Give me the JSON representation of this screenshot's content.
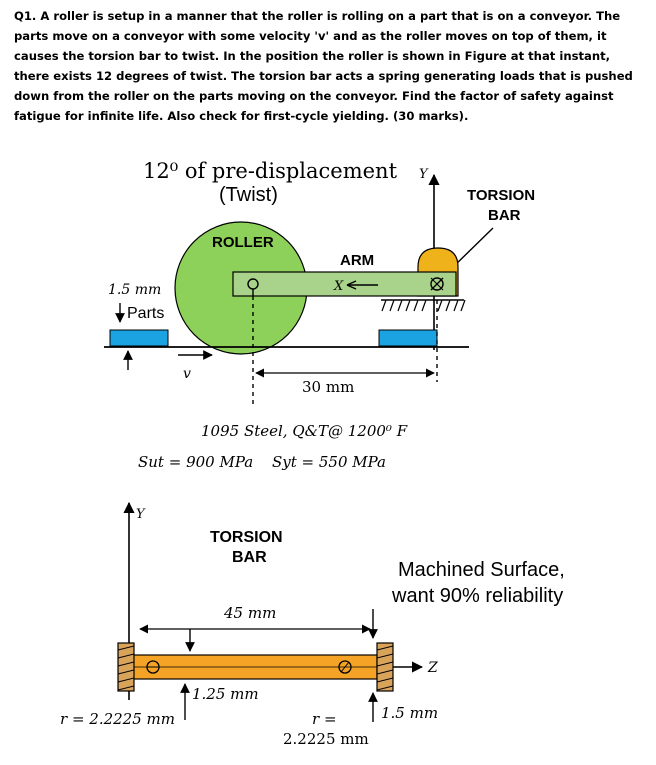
{
  "question": {
    "text": "Q1. A roller is setup in a manner that the roller is rolling on a part that is on a conveyor. The parts move on a conveyor with some velocity 'v' and as the roller moves on top of them, it causes the torsion bar to twist. In the position the roller is shown in Figure at that instant, there exists 12 degrees of twist. The torsion bar acts a spring generating loads that is pushed down from the roller on the parts moving on the conveyor. Find the factor of safety against fatigue for infinite life. Also check for first-cycle yielding. (30 marks)."
  },
  "figure1": {
    "predisp_line1": "12⁰ of pre-displacement",
    "predisp_line2": "(Twist)",
    "y_axis": "Y",
    "torsion_line1": "TORSION",
    "torsion_line2": "BAR",
    "roller": "ROLLER",
    "arm": "ARM",
    "x_axis": "X",
    "dim_15": "1.5 mm",
    "parts": "Parts",
    "velocity": "v",
    "dim_30": "30 mm",
    "material": "1095 Steel, Q&T@ 1200⁰ F",
    "sut": "Sut = 900 MPa",
    "syt": "Syt = 550 MPa"
  },
  "figure2": {
    "y_axis": "Y",
    "torsion_line1": "TORSION",
    "torsion_line2": "BAR",
    "dim_45": "45 mm",
    "surface_line1": "Machined Surface,",
    "surface_line2": "want 90% reliability",
    "z_axis": "Z",
    "dim_125": "1.25 mm",
    "r_left": "r = 2.2225 mm",
    "r_right_1": "r =",
    "r_right_2": "2.2225 mm",
    "dim_15": "1.5 mm"
  },
  "colors": {
    "roller": "#8dd15a",
    "arm": "#a9d28a",
    "bracket": "#f0b21a",
    "conveyor_part": "#1aa3e0",
    "torsion_bar": "#f4a326",
    "hatch_end": "#d9a35a"
  }
}
